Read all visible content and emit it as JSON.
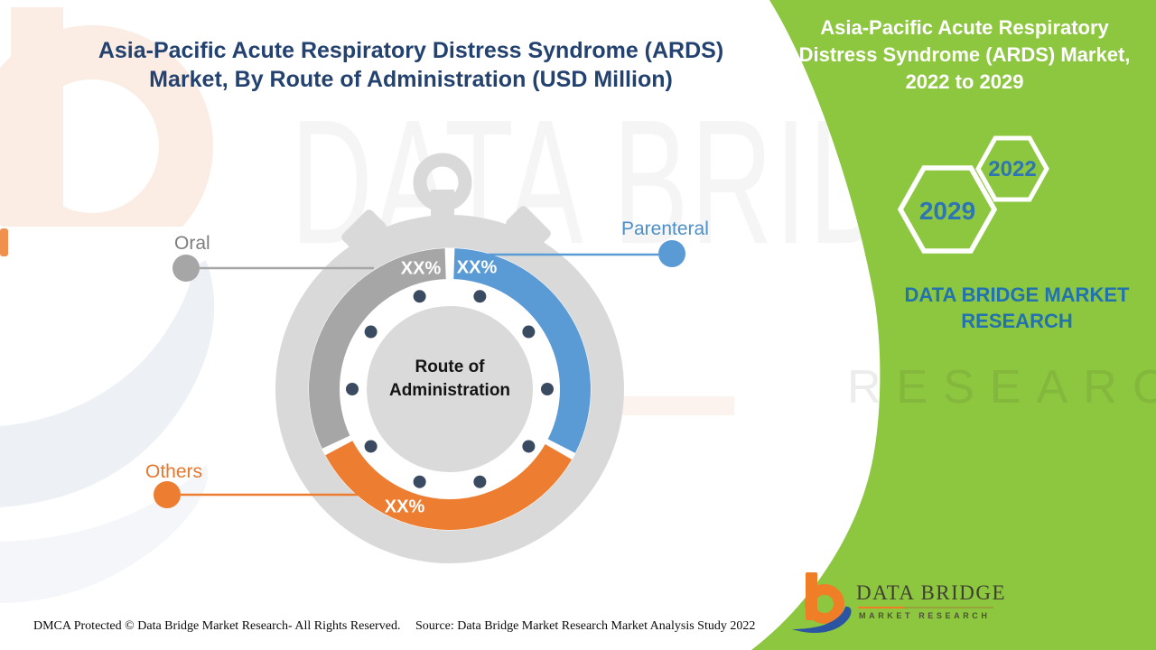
{
  "page": {
    "title": "Asia-Pacific Acute Respiratory Distress Syndrome (ARDS) Market, By Route of Administration (USD Million)",
    "title_color": "#24426F",
    "watermark_text": "DATA BRIDGE",
    "watermark_research": "RESEARCH"
  },
  "side_panel": {
    "title": "Asia-Pacific Acute Respiratory Distress Syndrome (ARDS) Market, 2022 to 2029",
    "year_badges": [
      "2029",
      "2022"
    ],
    "year_color": "#2E75B6",
    "brand_text": "DATA BRIDGE MARKET RESEARCH",
    "bg_color": "#8DC63F",
    "text_color": "#2273AD"
  },
  "chart_data": {
    "type": "pie",
    "title": "Asia-Pacific ARDS Market share by Route of Administration",
    "center_label": "Route of Administration",
    "unit": "USD Million",
    "legend_position": "callouts",
    "segments": [
      {
        "label": "Parenteral",
        "value_label": "XX%",
        "color": "#5B9BD5",
        "start_deg": 2,
        "end_deg": 117
      },
      {
        "label": "Others",
        "value_label": "XX%",
        "color": "#ED7D31",
        "start_deg": 120,
        "end_deg": 242
      },
      {
        "label": "Oral",
        "value_label": "XX%",
        "color": "#A6A6A6",
        "start_deg": 245,
        "end_deg": 358
      }
    ]
  },
  "footer": {
    "dmca": "DMCA Protected © Data Bridge Market Research- All Rights Reserved.",
    "source": "Source: Data Bridge Market Research Market Analysis Study 2022"
  },
  "logo": {
    "name": "DATA BRIDGE",
    "subtitle": "MARKET RESEARCH"
  }
}
